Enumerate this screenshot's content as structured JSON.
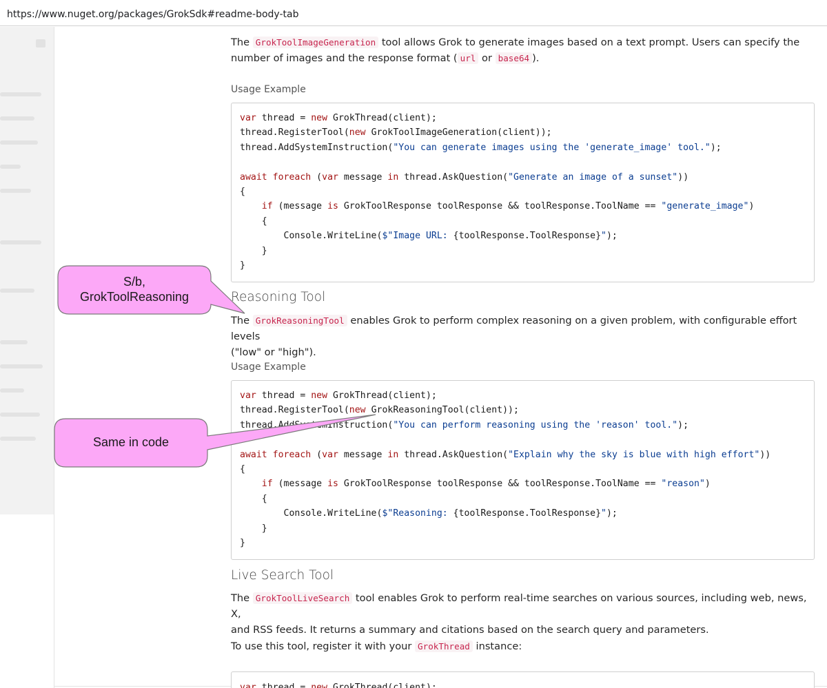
{
  "browser": {
    "url": "https://www.nuget.org/packages/GrokSdk#readme-body-tab"
  },
  "image_gen": {
    "para_prefix": "The ",
    "tool_name": "GrokToolImageGeneration",
    "para_mid": " tool allows Grok to generate images based on a text prompt. Users can specify the",
    "para_line2_prefix": "number of images and the response format (",
    "format_url": "url",
    "format_or": " or ",
    "format_base64": "base64",
    "para_line2_suffix": ").",
    "usage_label": "Usage Example"
  },
  "code1": {
    "l1a": "var",
    "l1b": " thread = ",
    "l1c": "new",
    "l1d": " GrokThread(client);",
    "l2a": "thread.RegisterTool(",
    "l2b": "new",
    "l2c": " GrokToolImageGeneration(client));",
    "l3a": "thread.AddSystemInstruction(",
    "l3b": "\"You can generate images using the 'generate_image' tool.\"",
    "l3c": ");",
    "l5a": "await",
    "l5b": " ",
    "l5c": "foreach",
    "l5d": " (",
    "l5e": "var",
    "l5f": " message ",
    "l5g": "in",
    "l5h": " thread.AskQuestion(",
    "l5i": "\"Generate an image of a sunset\"",
    "l5j": "))",
    "l6": "{",
    "l7a": "    ",
    "l7b": "if",
    "l7c": " (message ",
    "l7d": "is",
    "l7e": " GrokToolResponse toolResponse && toolResponse.ToolName == ",
    "l7f": "\"generate_image\"",
    "l7g": ")",
    "l8": "    {",
    "l9a": "        Console.WriteLine(",
    "l9b": "$\"Image URL: ",
    "l9c": "{toolResponse.ToolResponse}",
    "l9d": "\"",
    "l9e": ");",
    "l10": "    }",
    "l11": "}"
  },
  "reasoning": {
    "heading": "Reasoning Tool",
    "para_prefix": "The ",
    "tool_name": "GrokReasoningTool",
    "para_suffix": " enables Grok to perform complex reasoning on a given problem, with configurable effort levels",
    "para_line2": "(\"low\" or \"high\").",
    "usage_label": "Usage Example"
  },
  "code2": {
    "l1a": "var",
    "l1b": " thread = ",
    "l1c": "new",
    "l1d": " GrokThread(client);",
    "l2a": "thread.RegisterTool(",
    "l2b": "new",
    "l2c": " GrokReasoningTool(client));",
    "l3a": "thread.AddSystemInstruction(",
    "l3b": "\"You can perform reasoning using the 'reason' tool.\"",
    "l3c": ");",
    "l5a": "await",
    "l5b": " ",
    "l5c": "foreach",
    "l5d": " (",
    "l5e": "var",
    "l5f": " message ",
    "l5g": "in",
    "l5h": " thread.AskQuestion(",
    "l5i": "\"Explain why the sky is blue with high effort\"",
    "l5j": "))",
    "l6": "{",
    "l7a": "    ",
    "l7b": "if",
    "l7c": " (message ",
    "l7d": "is",
    "l7e": " GrokToolResponse toolResponse && toolResponse.ToolName == ",
    "l7f": "\"reason\"",
    "l7g": ")",
    "l8": "    {",
    "l9a": "        Console.WriteLine(",
    "l9b": "$\"Reasoning: ",
    "l9c": "{toolResponse.ToolResponse}",
    "l9d": "\"",
    "l9e": ");",
    "l10": "    }",
    "l11": "}"
  },
  "live_search": {
    "heading": "Live Search Tool",
    "para_prefix": "The ",
    "tool_name": "GrokToolLiveSearch",
    "para_suffix": " tool enables Grok to perform real-time searches on various sources, including web, news, X,",
    "para_line2": "and RSS feeds. It returns a summary and citations based on the search query and parameters.",
    "register_prefix": "To use this tool, register it with your ",
    "register_class": "GrokThread",
    "register_suffix": " instance:",
    "code_partial_a": "var",
    "code_partial_b": " thread = ",
    "code_partial_c": "new",
    "code_partial_d": " GrokThread(client);"
  },
  "callouts": {
    "reasoning_note_line1": "S/b,",
    "reasoning_note_line2": "GrokToolReasoning",
    "code_note": "Same in code",
    "fill_color": "#fca8f7",
    "stroke_color": "#7a7a7a"
  }
}
